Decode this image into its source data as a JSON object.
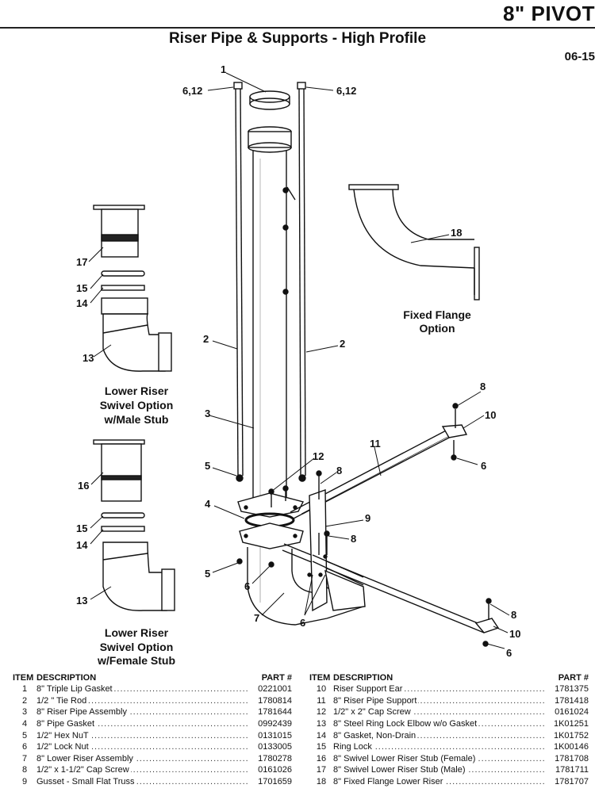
{
  "header": {
    "title": "8\" PIVOT",
    "subtitle": "Riser Pipe & Supports - High Profile",
    "date": "06-15"
  },
  "callouts": {
    "n1": "1",
    "n2a": "2",
    "n2b": "2",
    "n3": "3",
    "n4": "4",
    "n5a": "5",
    "n5b": "5",
    "n6a": "6,12",
    "n6b": "6,12",
    "n6c": "6",
    "n6d": "6",
    "n6e": "6",
    "n7": "7",
    "n8a": "8",
    "n8b": "8",
    "n8c": "8",
    "n8d": "8",
    "n9": "9",
    "n10a": "10",
    "n10b": "10",
    "n11": "11",
    "n12": "12",
    "n13a": "13",
    "n13b": "13",
    "n14a": "14",
    "n14b": "14",
    "n15a": "15",
    "n15b": "15",
    "n16": "16",
    "n17": "17",
    "n18": "18"
  },
  "labels": {
    "fixed_flange": [
      "Fixed Flange",
      "Option"
    ],
    "male_option": [
      "Lower Riser",
      "Swivel Option",
      "w/Male Stub"
    ],
    "female_option": [
      "Lower Riser",
      "Swivel Option",
      "w/Female Stub"
    ]
  },
  "table_headers": {
    "item": "ITEM",
    "description": "DESCRIPTION",
    "part": "PART #"
  },
  "parts_left": [
    {
      "item": "1",
      "description": "8\" Triple Lip Gasket",
      "part": "0221001"
    },
    {
      "item": "2",
      "description": "1/2 \" Tie Rod",
      "part": "1780814"
    },
    {
      "item": "3",
      "description": "8\" Riser Pipe Assembly",
      "part": "1781644"
    },
    {
      "item": "4",
      "description": "8\" Pipe Gasket",
      "part": "0992439"
    },
    {
      "item": "5",
      "description": "1/2\" Hex NuT",
      "part": "0131015"
    },
    {
      "item": "6",
      "description": "1/2\" Lock Nut",
      "part": "0133005"
    },
    {
      "item": "7",
      "description": "8\" Lower Riser Assembly",
      "part": "1780278"
    },
    {
      "item": "8",
      "description": "1/2\" x 1-1/2\" Cap Screw",
      "part": "0161026"
    },
    {
      "item": "9",
      "description": "Gusset - Small Flat Truss",
      "part": "1701659"
    }
  ],
  "parts_right": [
    {
      "item": "10",
      "description": "Riser Support Ear",
      "part": "1781375"
    },
    {
      "item": "11",
      "description": "8\" Riser Pipe Support",
      "part": "1781418"
    },
    {
      "item": "12",
      "description": "1/2\" x 2\" Cap Screw",
      "part": "0161024"
    },
    {
      "item": "13",
      "description": "8\" Steel Ring Lock Elbow w/o Gasket",
      "part": "1K01251"
    },
    {
      "item": "14",
      "description": "8\" Gasket, Non-Drain",
      "part": "1K01752"
    },
    {
      "item": "15",
      "description": "Ring Lock",
      "part": "1K00146"
    },
    {
      "item": "16",
      "description": "8\" Swivel Lower Riser Stub (Female)",
      "part": "1781708"
    },
    {
      "item": "17",
      "description": "8\" Swivel Lower Riser Stub (Male)",
      "part": "1781711"
    },
    {
      "item": "18",
      "description": "8\" Fixed Flange Lower Riser",
      "part": "1781707"
    }
  ]
}
